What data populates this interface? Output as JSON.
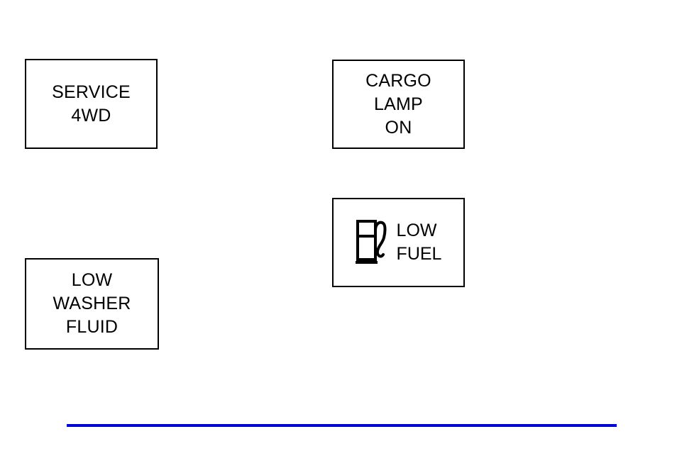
{
  "page": {
    "background_color": "#ffffff",
    "text_color": "#000000"
  },
  "messages": [
    {
      "name": "service-4wd",
      "text": "SERVICE\n4WD",
      "lines": [
        "SERVICE",
        "4WD"
      ],
      "has_icon": false
    },
    {
      "name": "cargo-lamp-on",
      "text": "CARGO\nLAMP\nON",
      "lines": [
        "CARGO",
        "LAMP",
        "ON"
      ],
      "has_icon": false
    },
    {
      "name": "low-washer-fluid",
      "text": "LOW\nWASHER\nFLUID",
      "lines": [
        "LOW",
        "WASHER",
        "FLUID"
      ],
      "has_icon": false
    },
    {
      "name": "low-fuel",
      "text": "LOW\nFUEL",
      "lines": [
        "LOW",
        "FUEL"
      ],
      "has_icon": true,
      "icon": "fuel-pump-icon"
    }
  ],
  "footer": {
    "rule_color": "#0000d8"
  }
}
